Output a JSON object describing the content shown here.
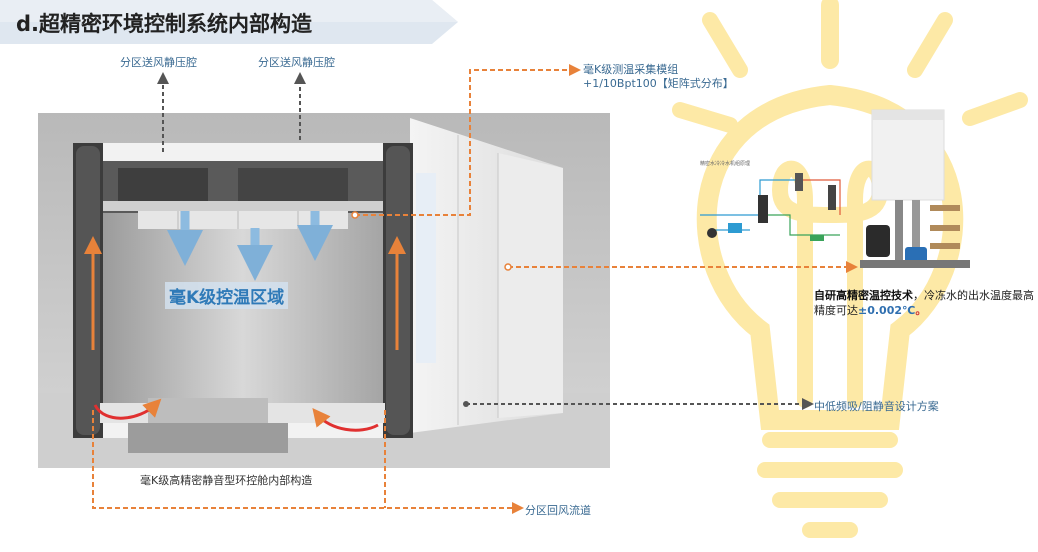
{
  "title": "d.超精密环境控制系统内部构造",
  "labels": {
    "supply_plenum_1": "分区送风静压腔",
    "supply_plenum_2": "分区送风静压腔",
    "sensor_module_line1": "毫K级测温采集模组",
    "sensor_module_line2": "+1/10Bpt100【矩阵式分布】",
    "zone": "毫K级控温区域",
    "chamber_caption": "毫K级高精密静音型环控舱内部构造",
    "return_air": "分区回风流道",
    "noise_design": "中低频吸/阻静音设计方案",
    "schematic_title": "精密水冷冷水机组原理"
  },
  "tech": {
    "bold": "自研高精密温控技术",
    "rest1": "，冷冻水的出水温度最高精度可达",
    "value": "±0.002℃",
    "end": "。"
  },
  "colors": {
    "arrow_orange": "#e8823a",
    "dash_gray": "#555555",
    "bulb_yellow": "#fde9a6",
    "accent_blue": "#2f7ab8",
    "highlight_red": "#d23a3a"
  }
}
